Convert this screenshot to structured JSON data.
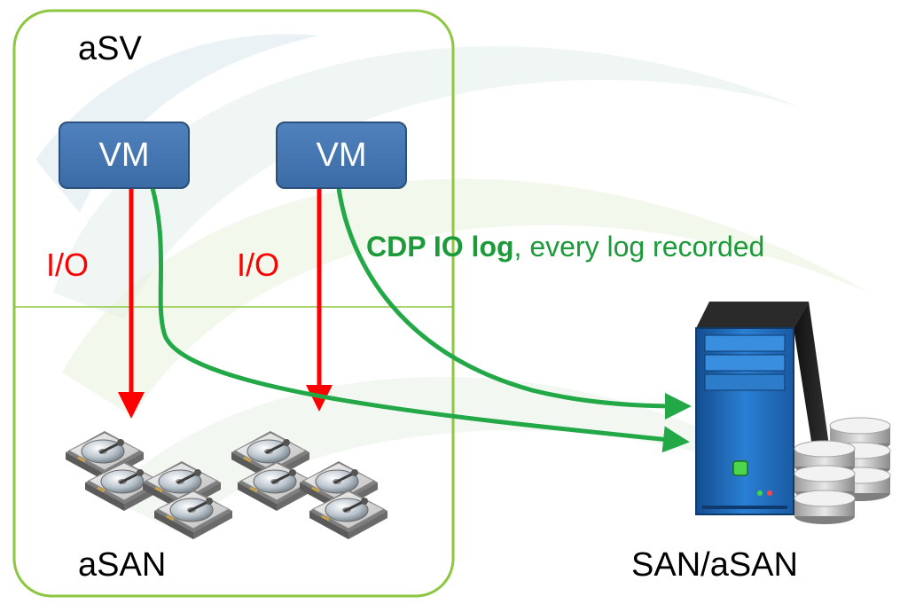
{
  "diagram": {
    "host_title": "aSV",
    "vms": [
      {
        "label": "VM"
      },
      {
        "label": "VM"
      }
    ],
    "io_labels": [
      "I/O",
      "I/O"
    ],
    "cdp_note": {
      "bold": "CDP IO log",
      "rest": ", every log recorded"
    },
    "local_storage_title": "aSAN",
    "remote_storage_title": "SAN/aSAN"
  },
  "colors": {
    "host_border": "#8dc63f",
    "vm_fill": "#4f81bd",
    "io_arrow": "#ff0000",
    "cdp_arrow": "#22a846",
    "server_blue": "#1e5fa8"
  },
  "icons": [
    "vm-box",
    "hard-disk-icon",
    "server-tower-icon",
    "disk-stack-icon"
  ]
}
